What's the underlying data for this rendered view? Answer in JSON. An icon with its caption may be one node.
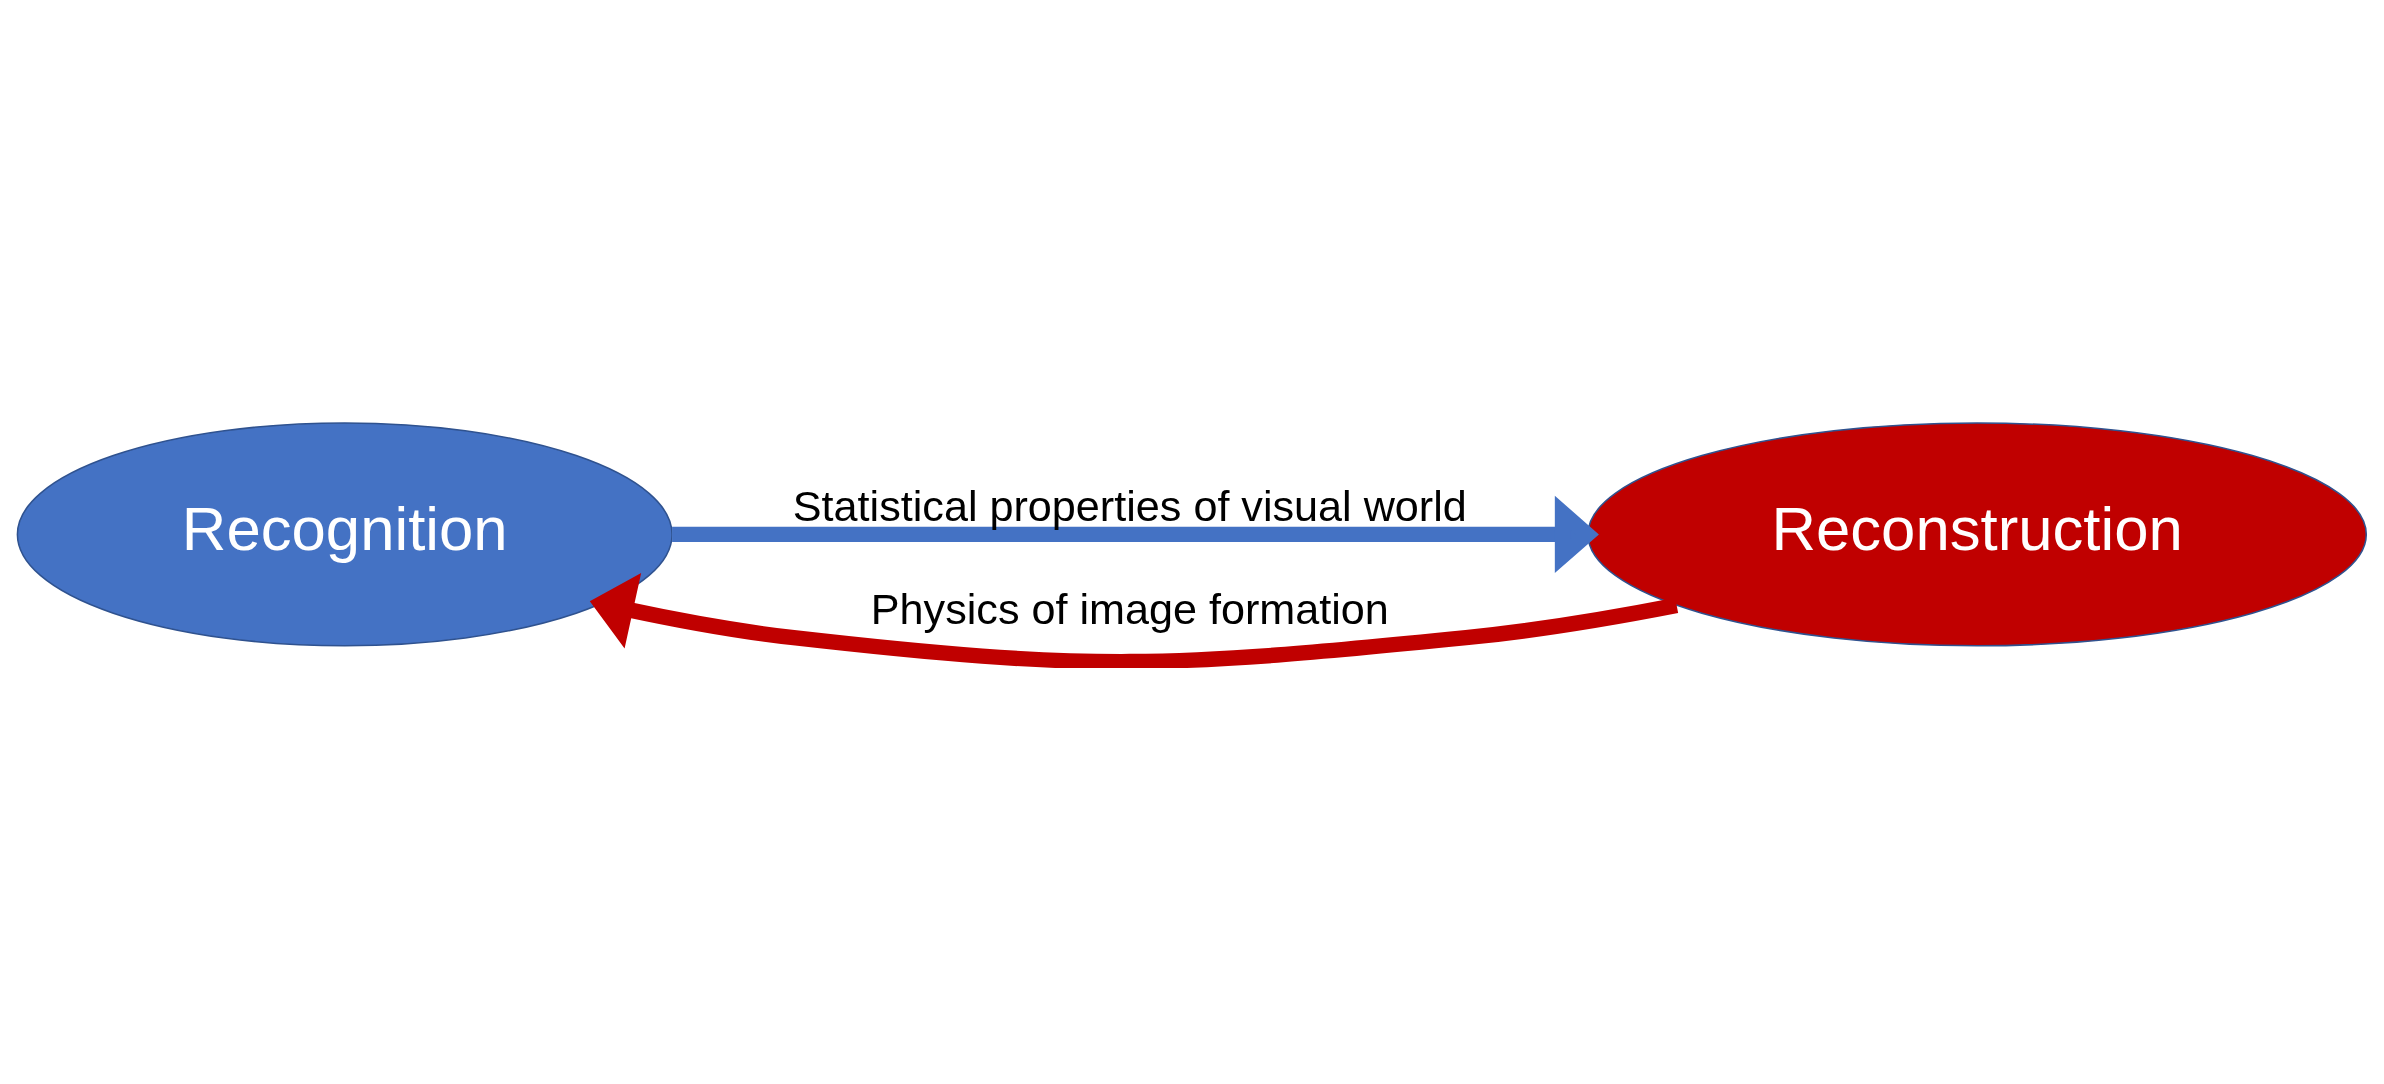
{
  "diagram": {
    "nodes": [
      {
        "text": [
          "Recognition"
        ]
      },
      {
        "text": [
          "Reconstruction"
        ]
      }
    ],
    "edges": [
      {
        "from": 0,
        "to": 1,
        "arrow": "to",
        "label": "Statistical properties of visual world",
        "color": "#4472c4"
      },
      {
        "from": 1,
        "to": 0,
        "arrow": "to",
        "label": "Physics of image formation",
        "color": "#c00000"
      }
    ]
  }
}
